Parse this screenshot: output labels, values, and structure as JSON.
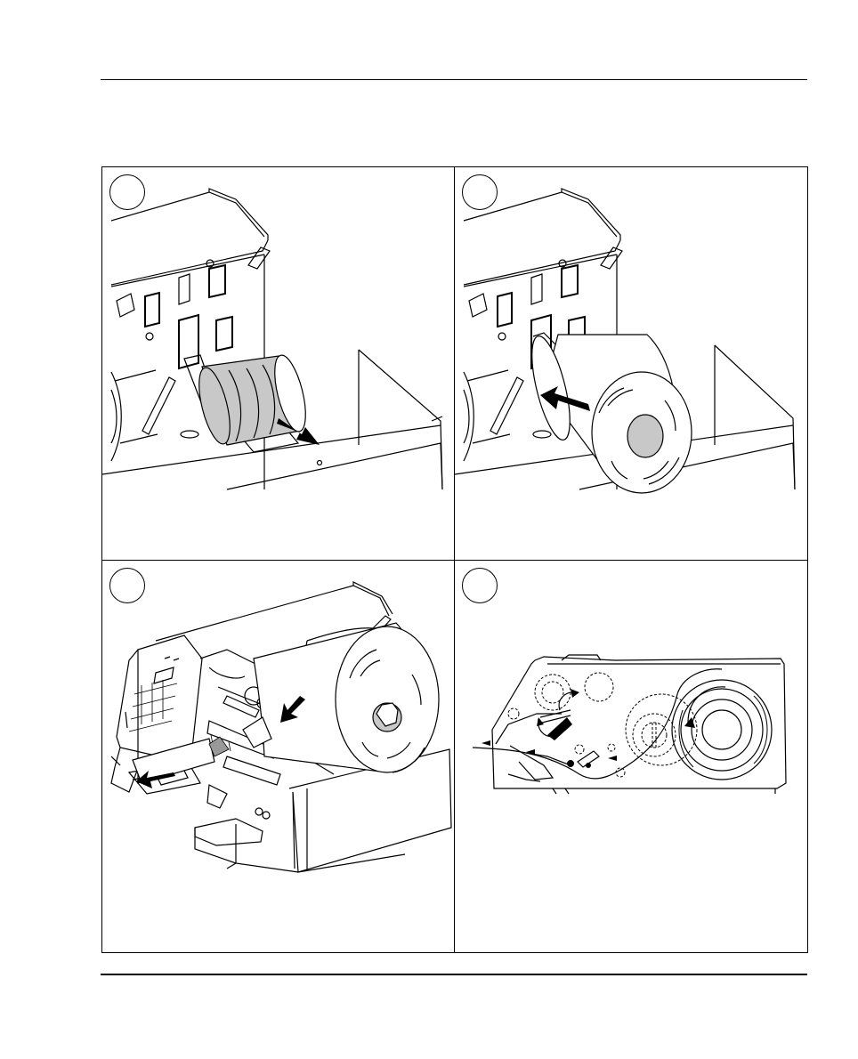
{
  "page": {
    "header_rule": true,
    "footer_rule": true
  },
  "figure": {
    "panels": [
      {
        "id": 1,
        "illustration": "empty-core-on-supply-shaft",
        "arrow": "pull-out"
      },
      {
        "id": 2,
        "illustration": "label-roll-on-supply-shaft",
        "arrow": "push-in"
      },
      {
        "id": 3,
        "illustration": "printer-with-label-roll-loaded",
        "arrow": "feed-out"
      },
      {
        "id": 4,
        "illustration": "media-path-side-view",
        "arrow": "rotation"
      }
    ],
    "step_numbers_visible": false
  },
  "colors": {
    "line": "#000000",
    "core_fill": "#c8c8c8",
    "background": "#ffffff"
  }
}
